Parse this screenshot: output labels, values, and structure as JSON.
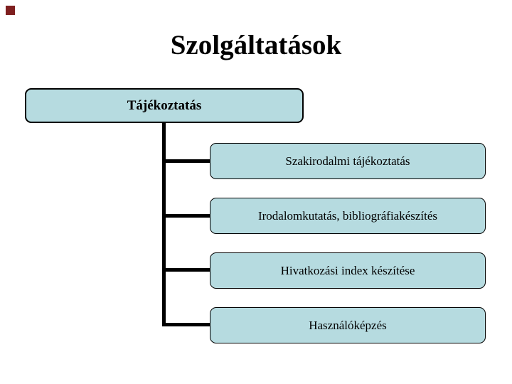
{
  "slide": {
    "title": "Szolgáltatások",
    "accent_square_color": "#7e1f1f",
    "background_color": "#ffffff",
    "title_color": "#000000",
    "diagram": {
      "box_fill_color": "#b6dbe0",
      "box_border_color": "#000000",
      "connector_color": "#000000",
      "root": {
        "label": "Tájékoztatás"
      },
      "children": [
        {
          "label": "Szakirodalmi tájékoztatás"
        },
        {
          "label": "Irodalomkutatás, bibliográfiakészítés"
        },
        {
          "label": "Hivatkozási index készítése"
        },
        {
          "label": "Használóképzés"
        }
      ]
    }
  }
}
